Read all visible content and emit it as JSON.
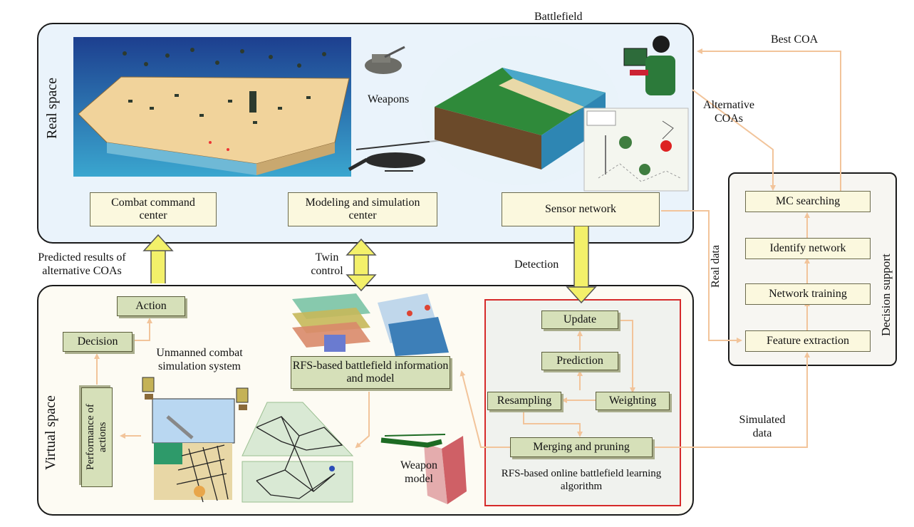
{
  "real_space": {
    "title": "Real space",
    "battlefield_label": "Battlefield",
    "weapons_label": "Weapons",
    "combat_command_center": "Combat command center",
    "modeling_simulation_center": "Modeling and simulation center",
    "sensor_network": "Sensor network"
  },
  "virtual_space": {
    "title": "Virtual space",
    "action": "Action",
    "decision": "Decision",
    "performance_of_actions": "Performance of actions",
    "unmanned_system_label": "Unmanned combat simulation system",
    "rfs_info_model": "RFS-based battlefield information and model",
    "weapon_model_label": "Weapon model"
  },
  "rfs_algorithm": {
    "update": "Update",
    "prediction": "Prediction",
    "resampling": "Resampling",
    "weighting": "Weighting",
    "merging_pruning": "Merging and pruning",
    "caption": "RFS-based online battlefield learning algorithm"
  },
  "decision_support": {
    "title": "Decision support",
    "mc_searching": "MC searching",
    "identify_network": "Identify network",
    "network_training": "Network training",
    "feature_extraction": "Feature extraction"
  },
  "flows": {
    "best_coa": "Best COA",
    "alternative_coas": "Alternative COAs",
    "real_data": "Real data",
    "simulated_data": "Simulated data",
    "predicted_results": "Predicted results of alternative COAs",
    "twin_control": "Twin control",
    "detection": "Detection"
  },
  "colors": {
    "arrow": "#f2c49a",
    "big_arrow": "#f3f06a",
    "green_box": "#d6e0b9",
    "rfs_border": "#d62a2a"
  }
}
